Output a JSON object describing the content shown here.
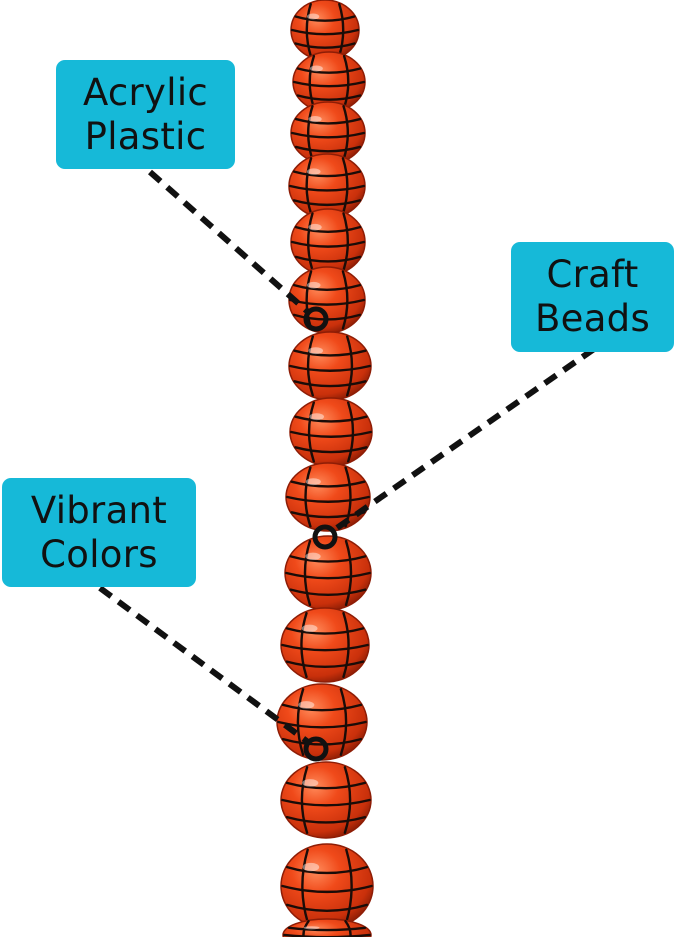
{
  "colors": {
    "callout_bg": "#16b9d8",
    "bead_base": "#e23a0c",
    "bead_highlight": "#ff7a4a",
    "bead_shadow": "#8e1d06",
    "bead_stripe": "#1a0c08",
    "leader_line": "#111111"
  },
  "callouts": [
    {
      "id": "acrylic",
      "line1": "Acrylic",
      "line2": "Plastic"
    },
    {
      "id": "craft",
      "line1": "Craft",
      "line2": "Beads"
    },
    {
      "id": "vibrant",
      "line1": "Vibrant",
      "line2": "Colors"
    }
  ],
  "product": {
    "bead_count": 15,
    "bead_pattern": "basketball"
  }
}
